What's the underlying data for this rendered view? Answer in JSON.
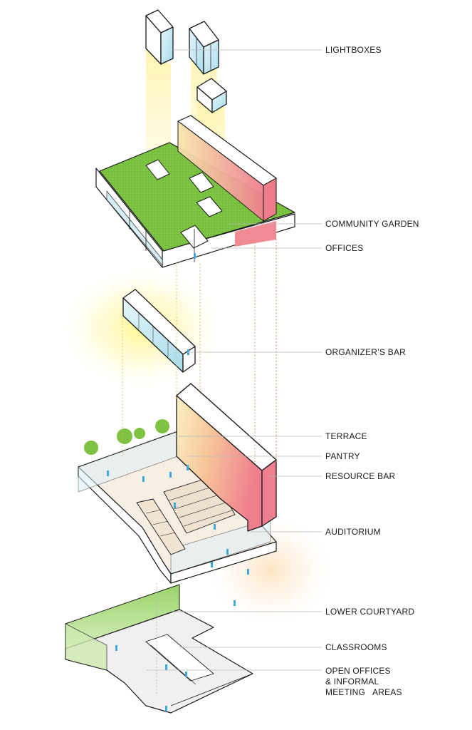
{
  "labels": {
    "lightboxes": "LIGHTBOXES",
    "community_garden": "COMMUNITY GARDEN",
    "offices": "OFFICES",
    "organizers_bar": "ORGANIZER’S BAR",
    "terrace": "TERRACE",
    "pantry": "PANTRY",
    "resource_bar": "RESOURCE BAR",
    "auditorium": "AUDITORIUM",
    "lower_courtyard": "LOWER COURTYARD",
    "classrooms": "CLASSROOMS",
    "open_offices": "OPEN OFFICES\n& INFORMAL\nMEETING   AREAS"
  },
  "colors": {
    "garden_green": "#7dc242",
    "resource_pink": "#ef7d8a",
    "resource_yellow": "#f9e9b0",
    "glass_blue": "#bfe6f2",
    "people_blue": "#3fa9dc",
    "light_glow": "#fff7a0",
    "courtyard_green": "#b6e08a",
    "line": "#1a1a1a"
  }
}
